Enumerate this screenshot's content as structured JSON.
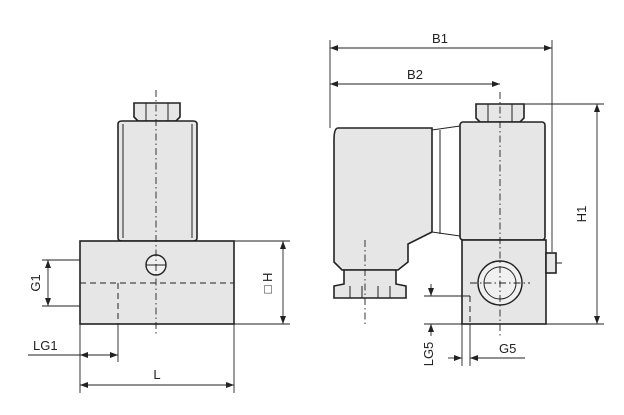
{
  "diagram": {
    "front_view": {
      "labels": {
        "g1": "G1",
        "h": "□ H",
        "lg1": "LG1",
        "l": "L"
      }
    },
    "side_view": {
      "labels": {
        "b1": "B1",
        "b2": "B2",
        "h1": "H1",
        "lg5": "LG5",
        "g5": "G5"
      }
    }
  }
}
